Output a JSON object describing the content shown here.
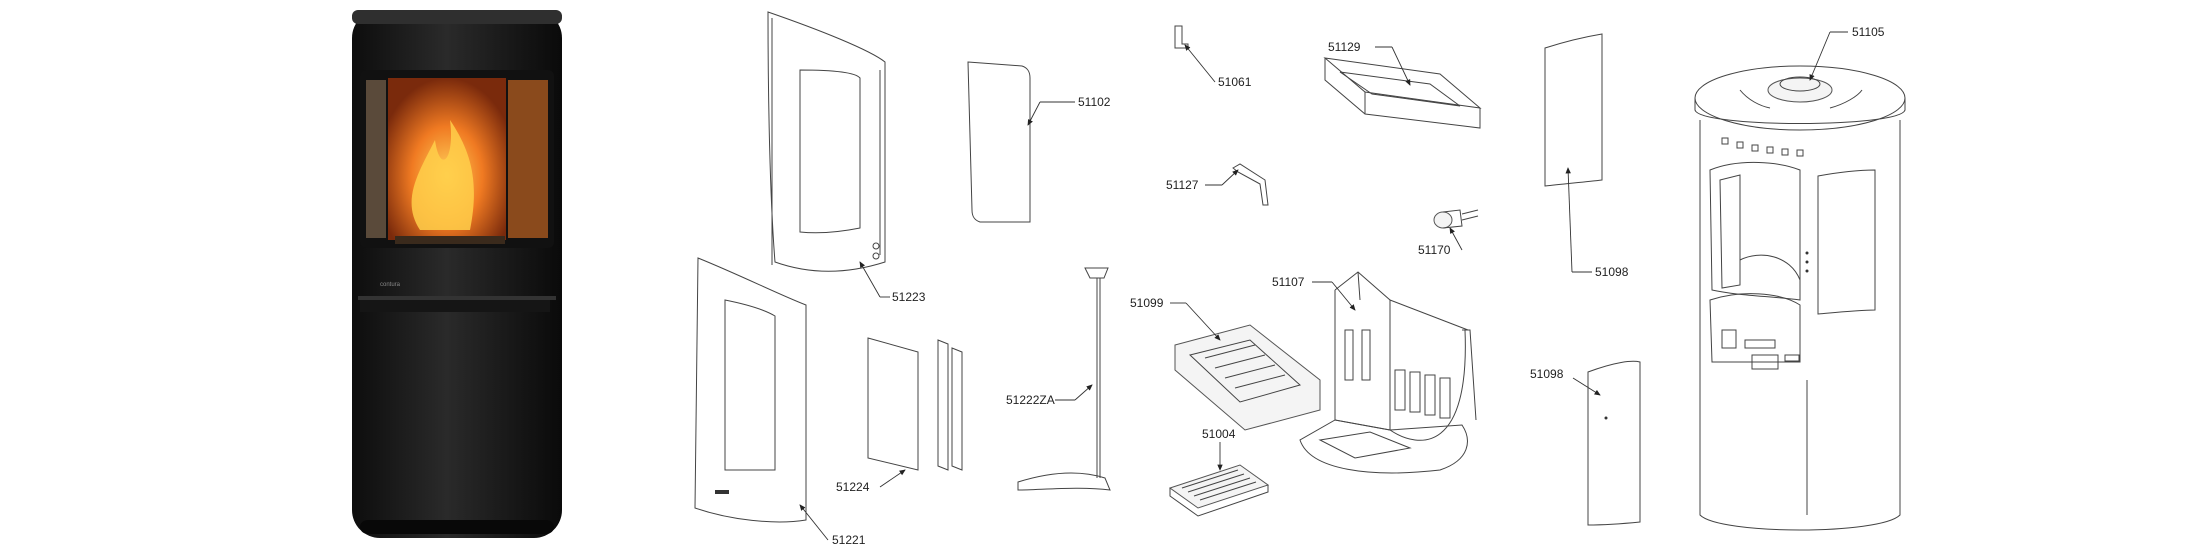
{
  "parts": {
    "p51223": "51223",
    "p51102": "51102",
    "p51221": "51221",
    "p51224": "51224",
    "p51222ZA": "51222ZA",
    "p51061": "51061",
    "p51129": "51129",
    "p51127": "51127",
    "p51170": "51170",
    "p51099": "51099",
    "p51107": "51107",
    "p51004": "51004",
    "p51098_top": "51098",
    "p51098_bottom": "51098",
    "p51105": "51105"
  },
  "colors": {
    "stove_body": "#1c1c1c",
    "flame": "#e8641a",
    "line": "#444444"
  }
}
